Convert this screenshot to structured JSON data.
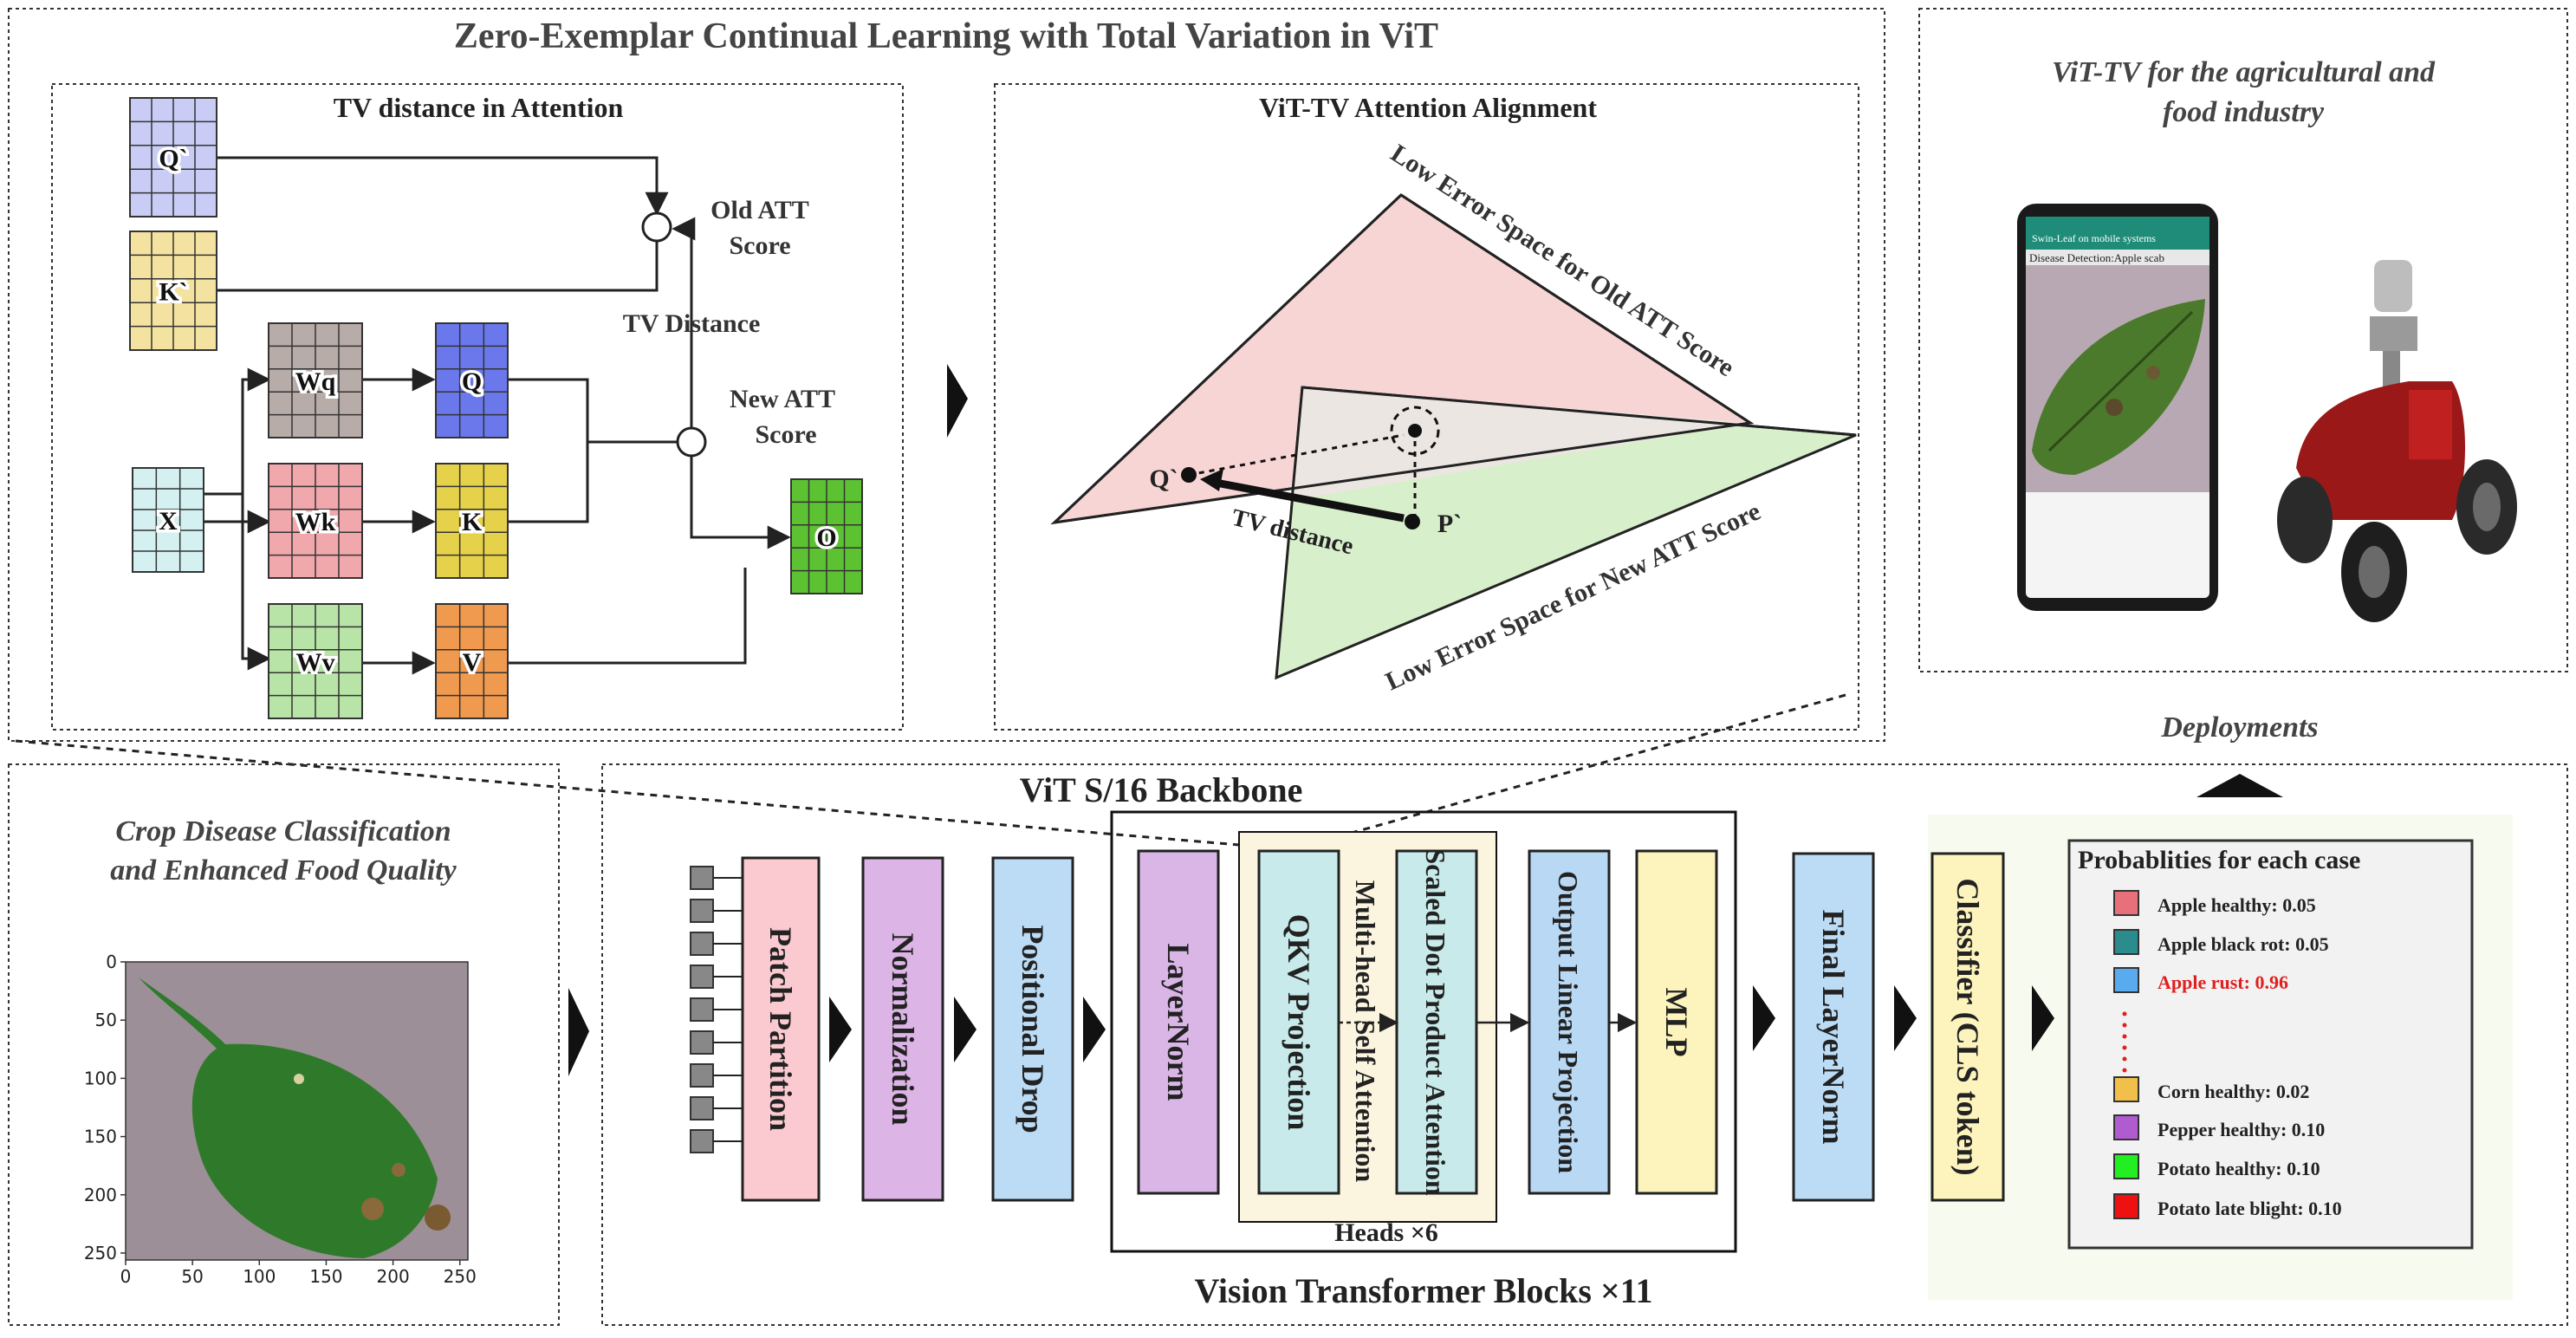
{
  "top_panel": {
    "title": "Zero-Exemplar Continual Learning with Total Variation in ViT",
    "tv_attention": {
      "title": "TV distance in Attention",
      "inputs": {
        "q_old": "Q`",
        "k_old": "K`",
        "x": "X"
      },
      "weights": {
        "wq": "Wq",
        "wk": "Wk",
        "wv": "Wv"
      },
      "projections": {
        "q": "Q",
        "k": "K",
        "v": "V"
      },
      "output": "O",
      "old_score_line1": "Old ATT",
      "old_score_line2": "Score",
      "tv_distance": "TV Distance",
      "new_score_line1": "New ATT",
      "new_score_line2": "Score"
    },
    "alignment": {
      "title": "ViT-TV Attention Alignment",
      "old_space": "Low Error Space for Old ATT Score",
      "new_space": "Low Error Space for New ATT Score",
      "point_q": "Q`",
      "point_p": "P`",
      "tv_label": "TV distance"
    }
  },
  "deploy_panel": {
    "title_line1": "ViT-TV for the agricultural and",
    "title_line2": "food industry",
    "phone_header": "Swin-Leaf on mobile systems",
    "phone_detection": "Disease Detection:Apple scab",
    "deployments_label": "Deployments"
  },
  "crop_panel": {
    "title_line1": "Crop Disease Classification",
    "title_line2": "and Enhanced Food Quality",
    "y_ticks": [
      "0",
      "50",
      "100",
      "150",
      "200",
      "250"
    ],
    "x_ticks": [
      "0",
      "50",
      "100",
      "150",
      "200",
      "250"
    ]
  },
  "backbone_panel": {
    "title": "ViT S/16 Backbone",
    "blocks_label": "Vision Transformer Blocks ×11",
    "heads_label": "Heads ×6",
    "stages": {
      "patch_partition": "Patch Partition",
      "normalization": "Normalization",
      "positional_drop": "Positional Drop",
      "layernorm": "LayerNorm",
      "qkv": "QKV Projection",
      "multihead": "Multi-head  Self Attention",
      "scaled_dot": "Scaled Dot Product Attention",
      "output_linear": "Output Linear Projection",
      "mlp": "MLP",
      "final_layernorm": "Final LayerNorm",
      "classifier": "Classifier (CLS token)"
    },
    "probabilities": {
      "title": "Probablities for each case",
      "rows": [
        {
          "label": "Apple healthy: 0.05",
          "color": "#e8707a",
          "highlight": false
        },
        {
          "label": "Apple black rot: 0.05",
          "color": "#2a8c8c",
          "highlight": false
        },
        {
          "label": "Apple rust:  0.96",
          "color": "#5aaaf0",
          "highlight": true
        },
        {
          "label": "Corn healthy:  0.02",
          "color": "#f2c04a",
          "highlight": false
        },
        {
          "label": "Pepper healthy:  0.10",
          "color": "#b05cd0",
          "highlight": false
        },
        {
          "label": "Potato healthy:  0.10",
          "color": "#22ee22",
          "highlight": false
        },
        {
          "label": "Potato late blight:  0.10",
          "color": "#ee1111",
          "highlight": false
        }
      ]
    }
  },
  "colors": {
    "q_old": "#c9ccf5",
    "k_old": "#f4e3a0",
    "x": "#d4f0f0",
    "wq": "#b8aca8",
    "wk": "#f0a8ac",
    "wv": "#b8e4a8",
    "q": "#6a78ec",
    "k": "#e6d24a",
    "v": "#f09a50",
    "o": "#5cc232",
    "patch": "#fbc9d0",
    "norm": "#dcb4e6",
    "posdrop": "#bcdcf6",
    "layernorm": "#d9b6e6",
    "qkv": "#c8eaea",
    "heads_bg": "#fbf4df",
    "output_linear": "#b8d8f4",
    "mlp": "#fcf4bc",
    "final_ln": "#bcdcf6",
    "classifier": "#fcf4bc",
    "highlight_text": "#e02020"
  }
}
